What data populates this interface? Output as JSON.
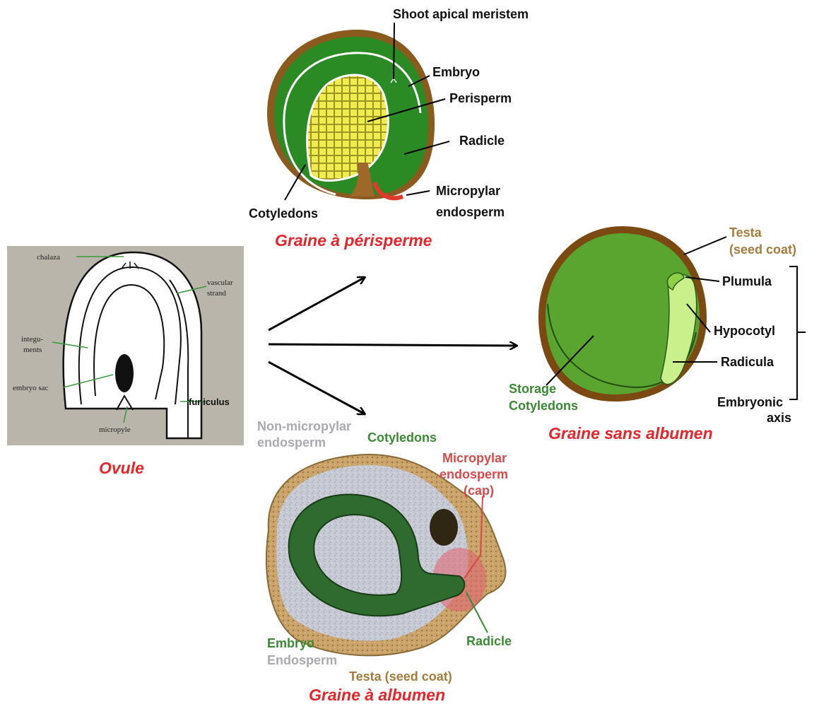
{
  "captions": {
    "ovule": "Ovule",
    "perisperm_seed": "Graine à périsperme",
    "exalbuminous_seed": "Graine sans albumen",
    "albuminous_seed": "Graine à albumen"
  },
  "ovule_labels": {
    "chalaza": "chalaza",
    "vascular_1": "vascular",
    "vascular_2": "strand",
    "integuments_1": "integu-",
    "integuments_2": "ments",
    "embryo_sac": "embryo sac",
    "micropyle": "micropyle",
    "funiculus": "funiculus"
  },
  "perisperm_labels": {
    "shoot_apical_meristem": "Shoot apical meristem",
    "embryo": "Embryo",
    "perisperm": "Perisperm",
    "radicle": "Radicle",
    "micropylar_1": "Micropylar",
    "micropylar_2": "endosperm",
    "cotyledons": "Cotyledons"
  },
  "exalbuminous_labels": {
    "testa_1": "Testa",
    "testa_2": "(seed coat)",
    "plumula": "Plumula",
    "hypocotyl": "Hypocotyl",
    "radicula": "Radicula",
    "embryonic_1": "Embryonic",
    "embryonic_2": "axis",
    "storage_1": "Storage",
    "storage_2": "Cotyledons"
  },
  "albuminous_labels": {
    "non_micropylar_1": "Non-micropylar",
    "non_micropylar_2": "endosperm",
    "cotyledons": "Cotyledons",
    "micropylar_1": "Micropylar",
    "micropylar_2": "endosperm",
    "micropylar_3": "(cap)",
    "radicle": "Radicle",
    "embryo": "Embryo",
    "endosperm": "Endosperm",
    "testa": "Testa (seed coat)"
  },
  "colors": {
    "caption_red": "#e4252a",
    "embryo_green": "#2a8a23",
    "perisperm_yellow": "#e6e04a",
    "testa_brown": "#7a4a12",
    "light_green": "#c9f08a",
    "storage_green": "#5aa52f",
    "label_green": "#3a8a34",
    "label_grey": "#a9a9b2",
    "label_tan": "#a67c3d",
    "label_micro_red": "#d84a4a"
  }
}
